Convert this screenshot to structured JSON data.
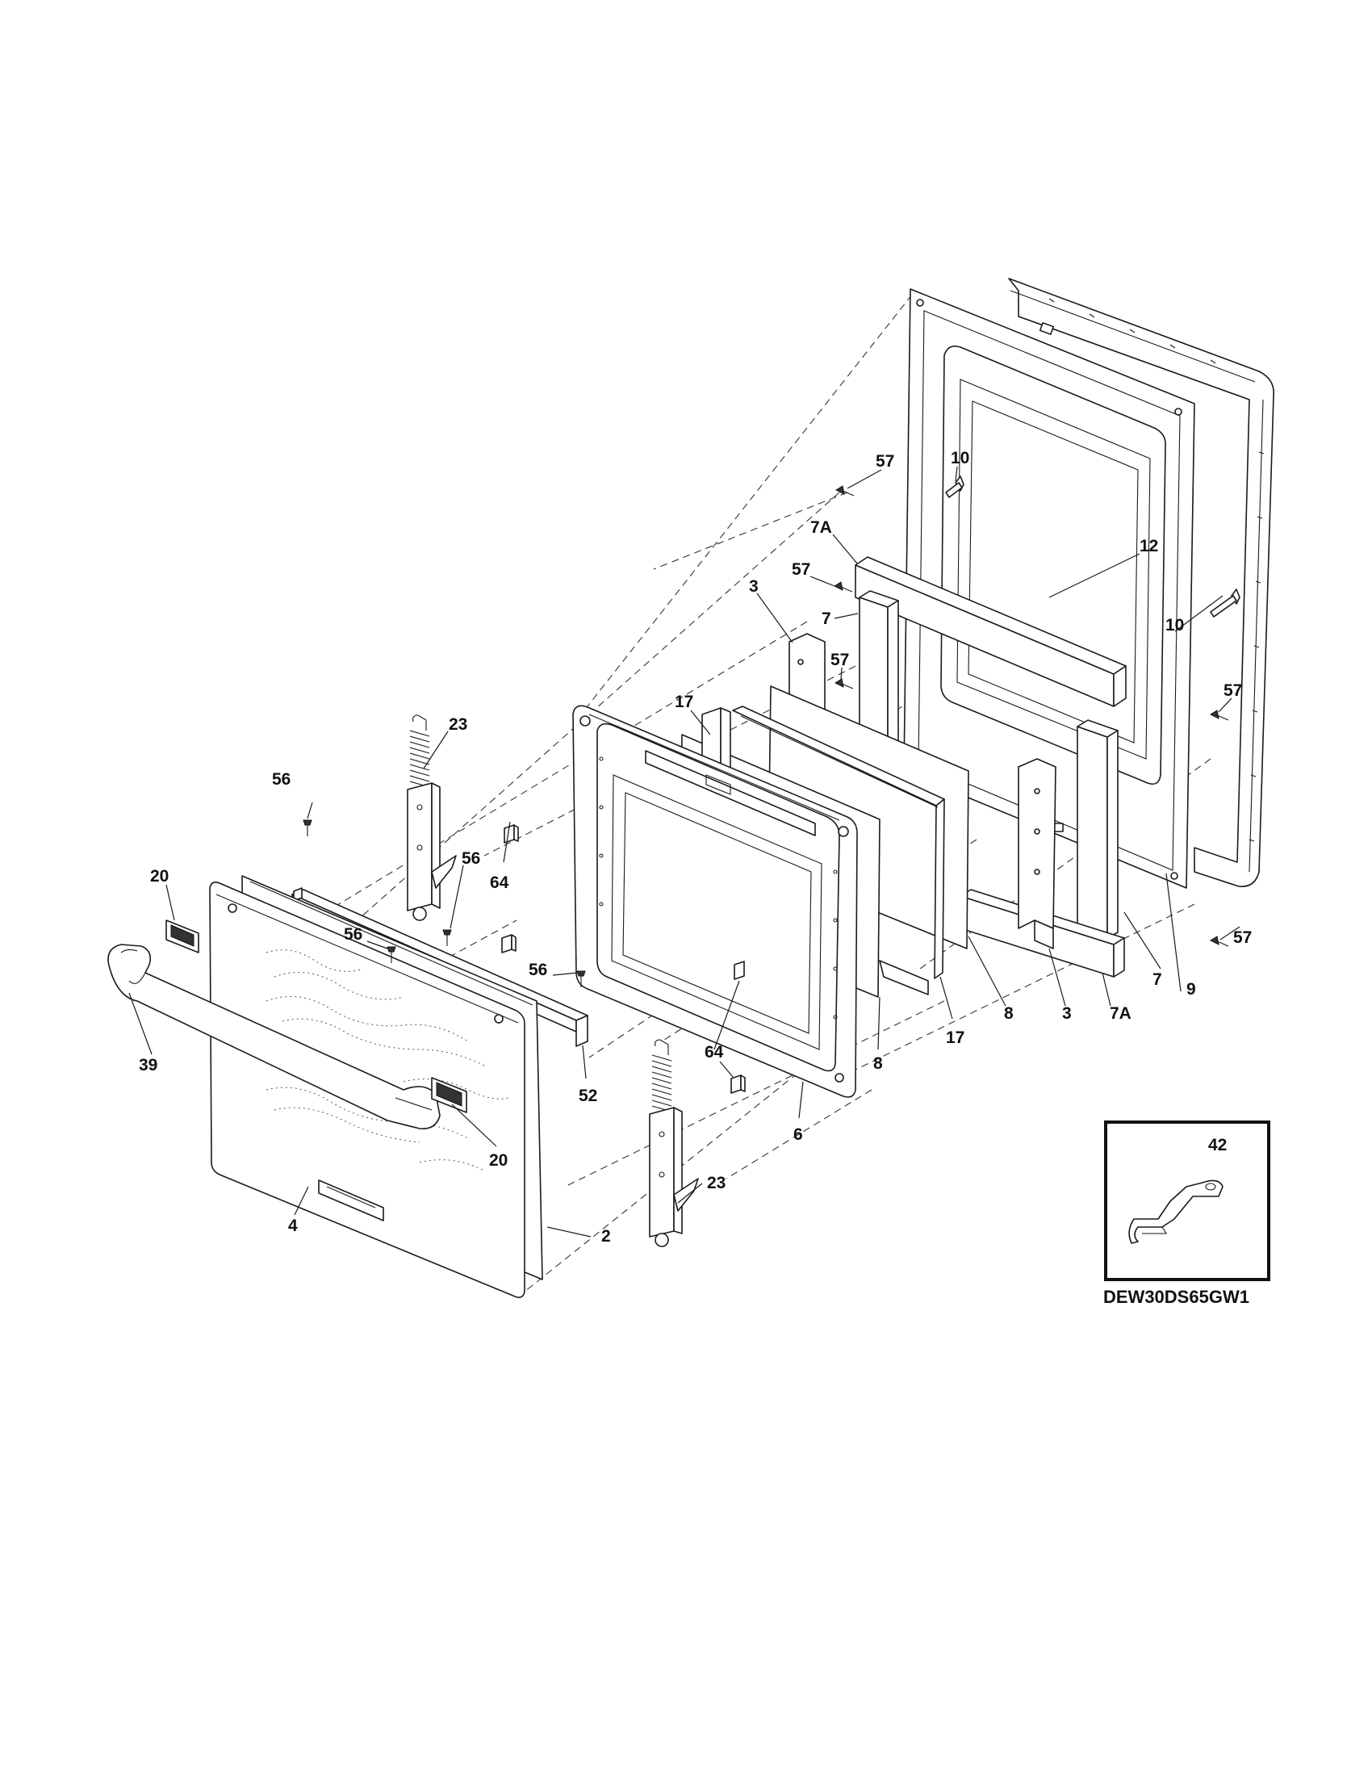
{
  "model_number": "DEW30DS65GW1",
  "callouts": {
    "c57_top": "57",
    "c10_top": "10",
    "c7A_top": "7A",
    "c12": "12",
    "c57_b": "57",
    "c3_top": "3",
    "c7_top": "7",
    "c10_right": "10",
    "c57_c": "57",
    "c57_right": "57",
    "c17_top": "17",
    "c23_top": "23",
    "c56_a": "56",
    "c56_b": "56",
    "c64_top": "64",
    "c20_left": "20",
    "c56_c": "56",
    "c56_d": "56",
    "c57_right_low": "57",
    "c7_right": "7",
    "c9": "9",
    "c8_right": "8",
    "c3_right": "3",
    "c7A_right": "7A",
    "c17_bottom": "17",
    "c39": "39",
    "c52": "52",
    "c64_bottom": "64",
    "c8_bottom": "8",
    "c6": "6",
    "c20_right": "20",
    "c23_bottom": "23",
    "c2": "2",
    "c4": "4",
    "c42": "42"
  }
}
